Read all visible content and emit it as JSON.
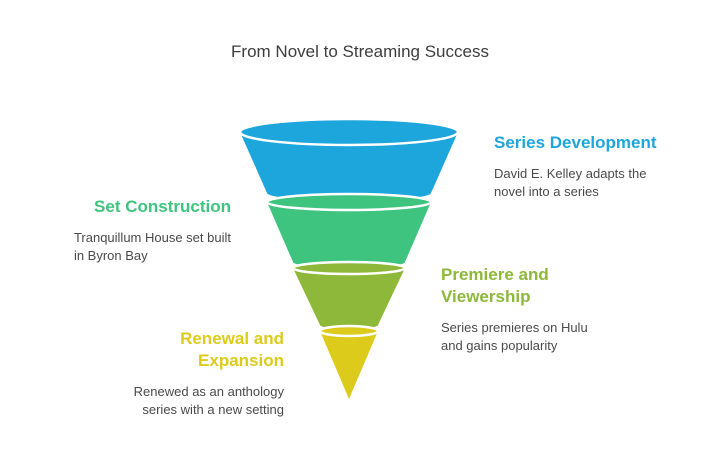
{
  "title": "From Novel to Streaming Success",
  "colors": {
    "stage1": "#1da6dc",
    "stage2": "#3ec47e",
    "stage3": "#8db83a",
    "stage4": "#dccb1a"
  },
  "stages": [
    {
      "title": "Series Development",
      "description_line1": "David E. Kelley adapts the",
      "description_line2": "novel into a series",
      "color": "#1da6dc"
    },
    {
      "title": "Set Construction",
      "description_line1": "Tranquillum House set built",
      "description_line2": "in Byron Bay",
      "color": "#3ec47e"
    },
    {
      "title_line1": "Premiere and",
      "title_line2": "Viewership",
      "description_line1": "Series premieres on Hulu",
      "description_line2": "and gains popularity",
      "color": "#8db83a"
    },
    {
      "title_line1": "Renewal and",
      "title_line2": "Expansion",
      "description_line1": "Renewed as an anthology",
      "description_line2": "series with a new setting",
      "color": "#dccb1a"
    }
  ]
}
